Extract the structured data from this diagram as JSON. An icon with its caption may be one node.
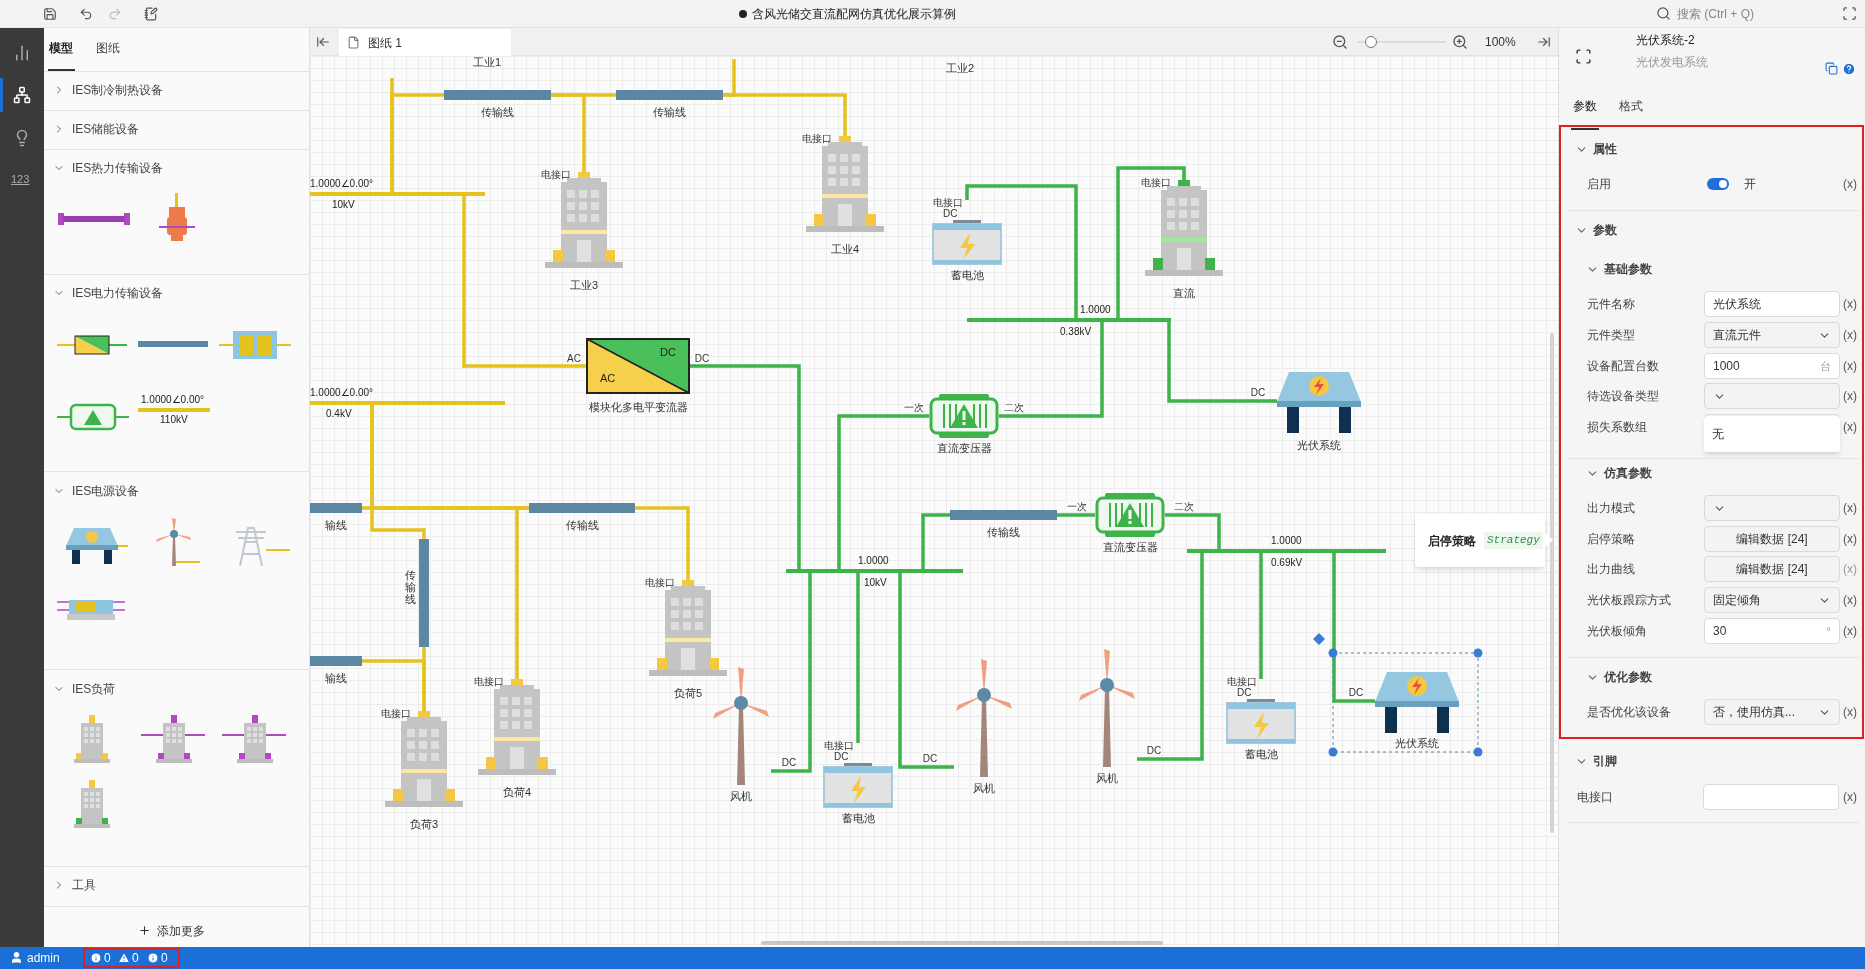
{
  "diagram": {
    "nodes": [
      {
        "text": [
          "传输线"
        ]
      },
      {
        "text": [
          "传输线"
        ]
      },
      {
        "text": [],
        "shape": "bar",
        "beside": [
          "1.0000∠0.00°",
          "10kV"
        ]
      },
      {
        "text": [
          "电接口",
          "工业3"
        ]
      },
      {
        "text": [
          "电接口",
          "工业4"
        ]
      },
      {
        "text": [
          "DC",
          "AC",
          "模块化多电平变流器"
        ]
      },
      {
        "text": [],
        "shape": "bar",
        "beside": [
          "1.0000∠0.00°",
          "0.4kV"
        ]
      },
      {
        "text": [
          "输线"
        ]
      },
      {
        "text": [
          "传输线"
        ]
      },
      {
        "text": [
          "传输线"
        ]
      },
      {
        "text": [
          "输线"
        ]
      },
      {
        "text": [
          "电接口",
          "负荷5"
        ]
      },
      {
        "text": [
          "电接口",
          "负荷3"
        ]
      },
      {
        "text": [
          "电接口",
          "负荷4"
        ]
      },
      {
        "text": [
          "风机"
        ]
      },
      {
        "text": [
          "电接口",
          "DC",
          "蓄电池"
        ]
      },
      {
        "text": [
          "风机"
        ]
      },
      {
        "text": [
          "风机"
        ]
      },
      {
        "text": [],
        "shape": "bar",
        "beside": [
          "1.0000",
          "10kV"
        ]
      },
      {
        "text": [
          "直流变压器"
        ]
      },
      {
        "text": [
          "传输线"
        ]
      },
      {
        "text": [
          "直流变压器"
        ]
      },
      {
        "text": [],
        "shape": "bar",
        "beside": [
          "1.0000",
          "0.38kV"
        ]
      },
      {
        "text": [
          "电接口",
          "DC",
          "蓄电池"
        ]
      },
      {
        "text": [
          "电接口",
          "直流"
        ]
      },
      {
        "text": [
          "光伏系统"
        ]
      },
      {
        "text": [],
        "shape": "bar",
        "beside": [
          "1.0000",
          "0.69kV"
        ]
      },
      {
        "text": [
          "电接口",
          "DC",
          "蓄电池"
        ]
      },
      {
        "text": [
          "光伏系统"
        ]
      }
    ],
    "edges": [
      {
        "from": null,
        "to": 2,
        "arrow": "none",
        "color": "#e6c21e"
      },
      {
        "from": 0,
        "to": 2,
        "arrow": "none",
        "color": "#e6c21e"
      },
      {
        "from": 0,
        "to": 1,
        "arrow": "none",
        "color": "#e6c21e"
      },
      {
        "from": 0,
        "to": 3,
        "arrow": "none",
        "color": "#e6c21e"
      },
      {
        "from": 1,
        "to": 4,
        "arrow": "none",
        "color": "#e6c21e"
      },
      {
        "from": 1,
        "to": null,
        "arrow": "none",
        "color": "#e6c21e"
      },
      {
        "from": 2,
        "to": 5,
        "arrow": "none",
        "label": "AC",
        "color": "#e6c21e"
      },
      {
        "from": 7,
        "to": 8,
        "arrow": "none",
        "color": "#e6c21e"
      },
      {
        "from": 6,
        "to": 8,
        "arrow": "none",
        "color": "#e6c21e"
      },
      {
        "from": 6,
        "to": 9,
        "arrow": "none",
        "color": "#e6c21e"
      },
      {
        "from": 8,
        "to": 13,
        "arrow": "none",
        "color": "#e6c21e"
      },
      {
        "from": 8,
        "to": 11,
        "arrow": "none",
        "color": "#e6c21e"
      },
      {
        "from": 9,
        "to": 12,
        "arrow": "none",
        "color": "#e6c21e"
      },
      {
        "from": 10,
        "to": 12,
        "arrow": "none",
        "color": "#e6c21e"
      },
      {
        "from": 5,
        "to": 18,
        "arrow": "none",
        "label": "DC"
      },
      {
        "from": 18,
        "to": 14,
        "arrow": "none",
        "label": "DC"
      },
      {
        "from": 18,
        "to": 19,
        "arrow": "none",
        "label": "一次"
      },
      {
        "from": 18,
        "to": 15,
        "arrow": "none"
      },
      {
        "from": 18,
        "to": 16,
        "arrow": "none",
        "label": "DC"
      },
      {
        "from": 19,
        "to": 22,
        "arrow": "none",
        "label": "二次"
      },
      {
        "from": 18,
        "to": 20,
        "arrow": "none"
      },
      {
        "from": 20,
        "to": 21,
        "arrow": "none",
        "label": "一次"
      },
      {
        "from": 21,
        "to": 26,
        "arrow": "none",
        "label": "二次"
      },
      {
        "from": 26,
        "to": 17,
        "arrow": "none",
        "label": "DC"
      },
      {
        "from": 26,
        "to": 27,
        "arrow": "none"
      },
      {
        "from": 26,
        "to": 28,
        "arrow": "none",
        "label": "DC"
      },
      {
        "from": 22,
        "to": 23,
        "arrow": "none"
      },
      {
        "from": 22,
        "to": 24,
        "arrow": "none"
      },
      {
        "from": 22,
        "to": 25,
        "arrow": "none",
        "label": "DC"
      }
    ],
    "labels": [
      "含风光储交直流配网仿真优化展示算例",
      "搜索 (Ctrl + Q)",
      "模型",
      "图纸",
      "IES制冷制热设备",
      "IES储能设备",
      "IES热力传输设备",
      "IES电力传输设备",
      "1.0000∠0.00°",
      "110kV",
      "IES电源设备",
      "IES负荷",
      "工具",
      "添加更多",
      "图纸 1",
      "100%",
      "工业1",
      "工业2",
      "启停策略",
      "Strategy",
      "光伏系统-2",
      "光伏发电系统",
      "参数",
      "格式",
      "属性",
      "启用",
      "开",
      "(x)",
      "参数",
      "基础参数",
      "元件名称",
      "光伏系统",
      "(x)",
      "元件类型",
      "直流元件",
      "(x)",
      "设备配置台数",
      "1000",
      "台",
      "(x)",
      "待选设备类型",
      "(x)",
      "损失系数组",
      "(x)",
      "无",
      "仿真参数",
      "出力模式",
      "(x)",
      "启停策略",
      "编辑数据 [24]",
      "(x)",
      "出力曲线",
      "编辑数据 [24]",
      "(x)",
      "光伏板跟踪方式",
      "固定倾角",
      "(x)",
      "光伏板倾角",
      "30",
      "°",
      "(x)",
      "优化参数",
      "是否优化该设备",
      "否，使用仿真...",
      "(x)",
      "引脚",
      "电接口",
      "(x)",
      "admin",
      "0",
      "0",
      "0",
      "123"
    ]
  }
}
